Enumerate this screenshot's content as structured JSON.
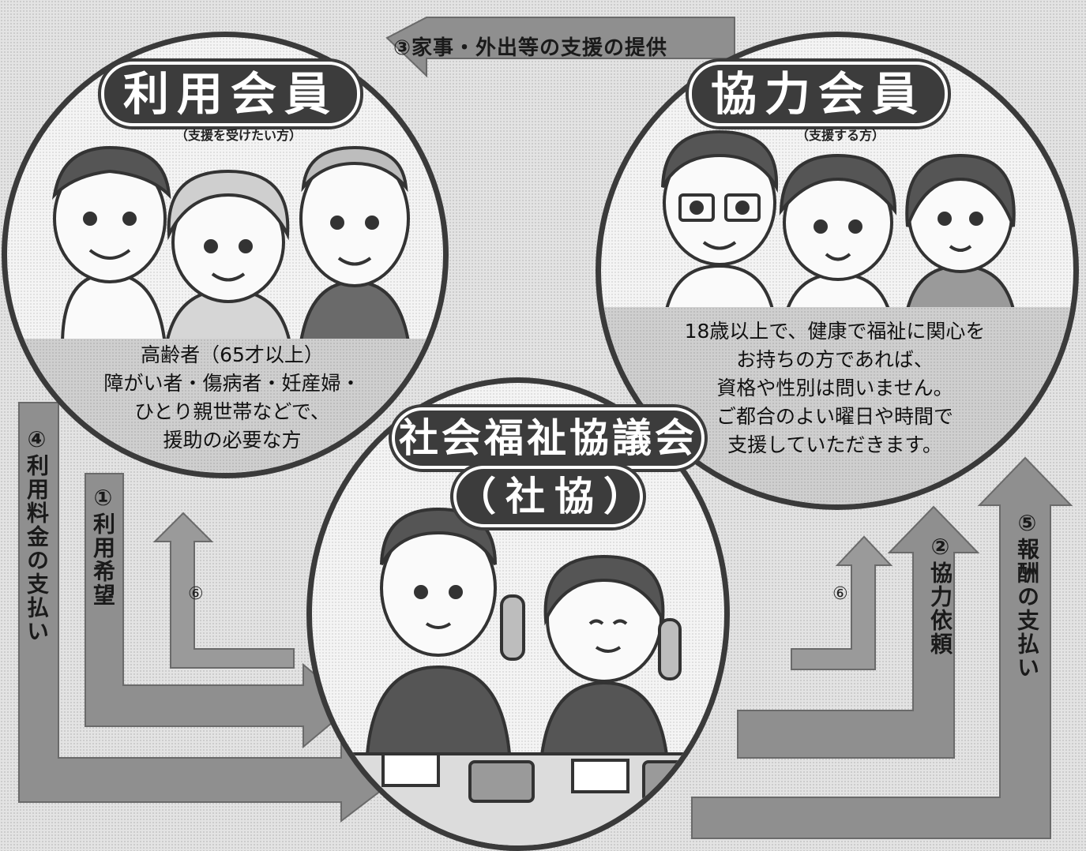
{
  "user_member": {
    "title": "利用会員",
    "subtitle": "（支援を受けたい方）",
    "description": [
      "高齢者（65才以上）",
      "障がい者・傷病者・妊産婦・",
      "ひとり親世帯などで、",
      "援助の必要な方"
    ]
  },
  "helper_member": {
    "title": "協力会員",
    "subtitle": "（支援する方）",
    "description": [
      "18歳以上で、健康で福祉に関心を",
      "お持ちの方であれば、",
      "資格や性別は問いません。",
      "ご都合のよい曜日や時間で",
      "支援していただきます。"
    ]
  },
  "council": {
    "title": "社会福祉協議会",
    "abbreviation": "（社協）"
  },
  "flows": {
    "step1": "①利用希望",
    "step2": "②協力依頼",
    "step3": "③家事・外出等の支援の提供",
    "step4": "④利用料金の支払い",
    "step5": "⑤報酬の支払い",
    "step6_left": "⑥",
    "step6_right": "⑥"
  },
  "colors": {
    "arrow": "#8f8f8f",
    "pill": "#3c3c3c",
    "outline": "#3a3a3a"
  }
}
